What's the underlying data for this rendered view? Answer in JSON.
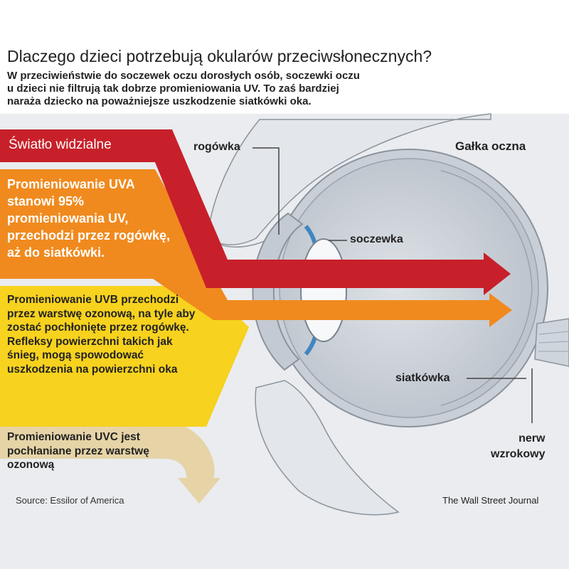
{
  "header": {
    "title": "Dlaczego dzieci potrzebują okularów przeciwsłonecznych?",
    "subtitle": "W przeciwieństwie do soczewek oczu dorosłych osób, soczewki oczu\n u dzieci nie filtrują tak dobrze promieniowania UV. To zaś bardziej\nnaraża dziecko na poważniejsze uszkodzenie siatkówki oka."
  },
  "rays": {
    "visible": "Światło widzialne",
    "uva": "Promieniowanie UVA stanowi 95% promieniowania UV, przechodzi przez rogówkę, aż do siatkówki.",
    "uvb": "Promieniowanie UVB przechodzi przez warstwę ozonową, na tyle aby zostać pochłonięte przez rogówkę. Refleksy powierzchni takich jak śnieg, mogą spowodować uszkodzenia na powierzchni oka",
    "uvc": "Promieniowanie UVC jest pochłaniane przez warstwę ozonową"
  },
  "labels": {
    "eyeball": "Gałka oczna",
    "cornea": "rogówka",
    "lens": "soczewka",
    "retina": "siatkówka",
    "nerve": "nerw\nwzrokowy"
  },
  "footer": {
    "source": "Source: Essilor of America",
    "credit": "The Wall Street Journal"
  },
  "colors": {
    "visible": "#c8202a",
    "uva": "#f08a1e",
    "uvb": "#f7d21e",
    "uvc": "#e6d3a2",
    "background": "#eaecef"
  }
}
